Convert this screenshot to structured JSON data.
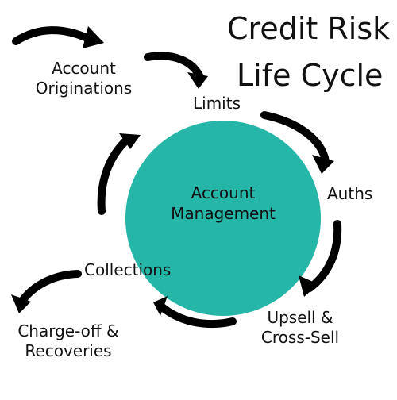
{
  "title": {
    "line1": "Credit Risk",
    "line2": "Life Cycle"
  },
  "center": {
    "line1": "Account",
    "line2": "Management",
    "color": "#26b6a8"
  },
  "stages": {
    "account_originations": {
      "line1": "Account",
      "line2": "Originations"
    },
    "limits": {
      "label": "Limits"
    },
    "auths": {
      "label": "Auths"
    },
    "upsell": {
      "line1": "Upsell &",
      "line2": "Cross-Sell"
    },
    "collections": {
      "label": "Collections"
    },
    "chargeoff": {
      "line1": "Charge-off &",
      "line2": "Recoveries"
    }
  },
  "colors": {
    "arrow": "#000000",
    "text": "#111111",
    "background": "#ffffff"
  }
}
